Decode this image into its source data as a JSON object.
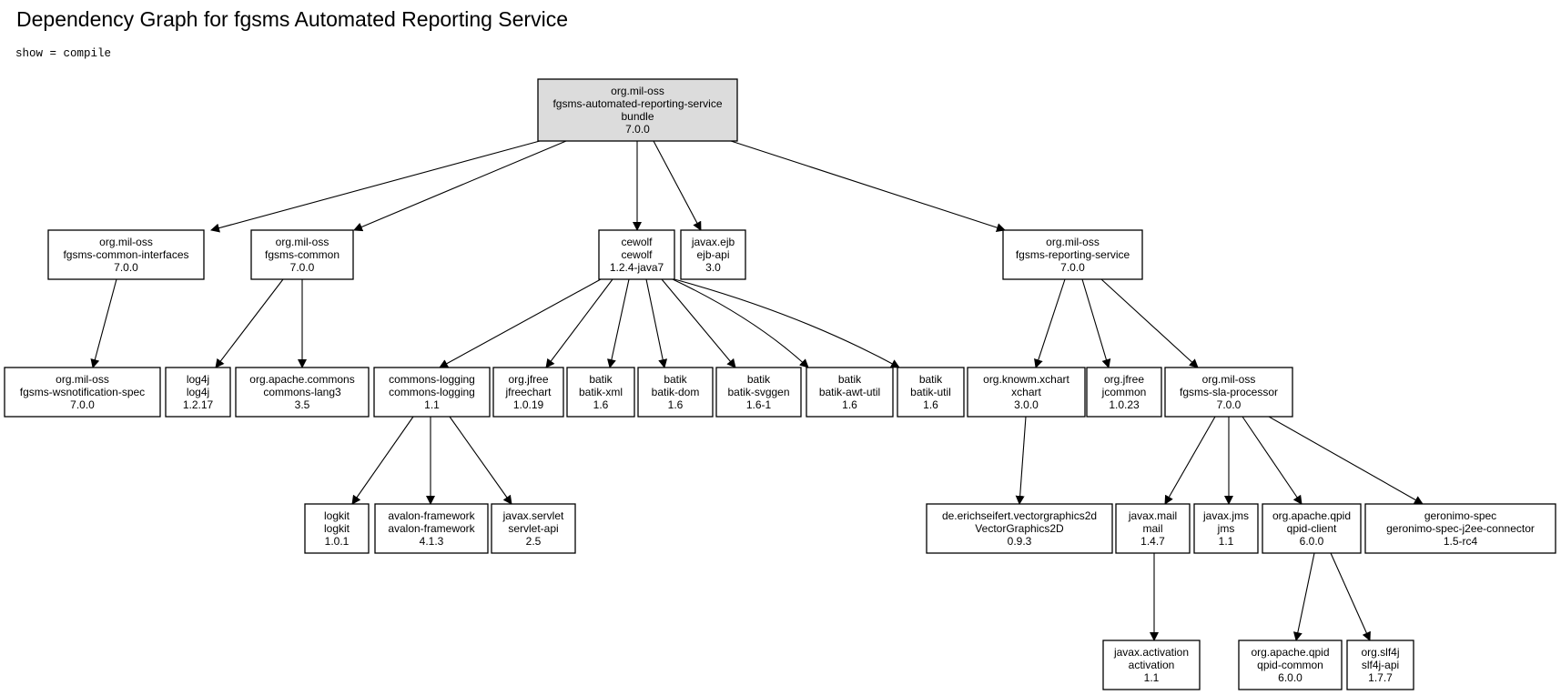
{
  "title": "Dependency Graph for fgsms Automated Reporting Service",
  "subtitle": "show = compile",
  "nodes": [
    {
      "id": "root",
      "lines": [
        "org.mil-oss",
        "fgsms-automated-reporting-service",
        "bundle",
        "7.0.0"
      ],
      "root": true
    },
    {
      "id": "common-interfaces",
      "lines": [
        "org.mil-oss",
        "fgsms-common-interfaces",
        "7.0.0"
      ]
    },
    {
      "id": "common",
      "lines": [
        "org.mil-oss",
        "fgsms-common",
        "7.0.0"
      ]
    },
    {
      "id": "cewolf",
      "lines": [
        "cewolf",
        "cewolf",
        "1.2.4-java7"
      ]
    },
    {
      "id": "ejb-api",
      "lines": [
        "javax.ejb",
        "ejb-api",
        "3.0"
      ]
    },
    {
      "id": "reporting-service",
      "lines": [
        "org.mil-oss",
        "fgsms-reporting-service",
        "7.0.0"
      ]
    },
    {
      "id": "wsnotification-spec",
      "lines": [
        "org.mil-oss",
        "fgsms-wsnotification-spec",
        "7.0.0"
      ]
    },
    {
      "id": "log4j",
      "lines": [
        "log4j",
        "log4j",
        "1.2.17"
      ]
    },
    {
      "id": "commons-lang3",
      "lines": [
        "org.apache.commons",
        "commons-lang3",
        "3.5"
      ]
    },
    {
      "id": "commons-logging",
      "lines": [
        "commons-logging",
        "commons-logging",
        "1.1"
      ]
    },
    {
      "id": "jfreechart",
      "lines": [
        "org.jfree",
        "jfreechart",
        "1.0.19"
      ]
    },
    {
      "id": "batik-xml",
      "lines": [
        "batik",
        "batik-xml",
        "1.6"
      ]
    },
    {
      "id": "batik-dom",
      "lines": [
        "batik",
        "batik-dom",
        "1.6"
      ]
    },
    {
      "id": "batik-svggen",
      "lines": [
        "batik",
        "batik-svggen",
        "1.6-1"
      ]
    },
    {
      "id": "batik-awt-util",
      "lines": [
        "batik",
        "batik-awt-util",
        "1.6"
      ]
    },
    {
      "id": "batik-util",
      "lines": [
        "batik",
        "batik-util",
        "1.6"
      ]
    },
    {
      "id": "xchart",
      "lines": [
        "org.knowm.xchart",
        "xchart",
        "3.0.0"
      ]
    },
    {
      "id": "jcommon",
      "lines": [
        "org.jfree",
        "jcommon",
        "1.0.23"
      ]
    },
    {
      "id": "sla-processor",
      "lines": [
        "org.mil-oss",
        "fgsms-sla-processor",
        "7.0.0"
      ]
    },
    {
      "id": "logkit",
      "lines": [
        "logkit",
        "logkit",
        "1.0.1"
      ]
    },
    {
      "id": "avalon-framework",
      "lines": [
        "avalon-framework",
        "avalon-framework",
        "4.1.3"
      ]
    },
    {
      "id": "servlet-api",
      "lines": [
        "javax.servlet",
        "servlet-api",
        "2.5"
      ]
    },
    {
      "id": "vectorgraphics2d",
      "lines": [
        "de.erichseifert.vectorgraphics2d",
        "VectorGraphics2D",
        "0.9.3"
      ]
    },
    {
      "id": "mail",
      "lines": [
        "javax.mail",
        "mail",
        "1.4.7"
      ]
    },
    {
      "id": "jms",
      "lines": [
        "javax.jms",
        "jms",
        "1.1"
      ]
    },
    {
      "id": "qpid-client",
      "lines": [
        "org.apache.qpid",
        "qpid-client",
        "6.0.0"
      ]
    },
    {
      "id": "j2ee-connector",
      "lines": [
        "geronimo-spec",
        "geronimo-spec-j2ee-connector",
        "1.5-rc4"
      ]
    },
    {
      "id": "activation",
      "lines": [
        "javax.activation",
        "activation",
        "1.1"
      ]
    },
    {
      "id": "qpid-common",
      "lines": [
        "org.apache.qpid",
        "qpid-common",
        "6.0.0"
      ]
    },
    {
      "id": "slf4j-api",
      "lines": [
        "org.slf4j",
        "slf4j-api",
        "1.7.7"
      ]
    }
  ],
  "edges": [
    {
      "from": "root",
      "to": "common-interfaces"
    },
    {
      "from": "root",
      "to": "common"
    },
    {
      "from": "root",
      "to": "cewolf"
    },
    {
      "from": "root",
      "to": "ejb-api"
    },
    {
      "from": "root",
      "to": "reporting-service"
    },
    {
      "from": "common-interfaces",
      "to": "wsnotification-spec"
    },
    {
      "from": "common",
      "to": "log4j"
    },
    {
      "from": "common",
      "to": "commons-lang3"
    },
    {
      "from": "cewolf",
      "to": "commons-logging"
    },
    {
      "from": "cewolf",
      "to": "jfreechart"
    },
    {
      "from": "cewolf",
      "to": "batik-xml"
    },
    {
      "from": "cewolf",
      "to": "batik-dom"
    },
    {
      "from": "cewolf",
      "to": "batik-svggen"
    },
    {
      "from": "cewolf",
      "to": "batik-awt-util"
    },
    {
      "from": "cewolf",
      "to": "batik-util"
    },
    {
      "from": "commons-logging",
      "to": "logkit"
    },
    {
      "from": "commons-logging",
      "to": "avalon-framework"
    },
    {
      "from": "commons-logging",
      "to": "servlet-api"
    },
    {
      "from": "reporting-service",
      "to": "xchart"
    },
    {
      "from": "reporting-service",
      "to": "jcommon"
    },
    {
      "from": "reporting-service",
      "to": "sla-processor"
    },
    {
      "from": "xchart",
      "to": "vectorgraphics2d"
    },
    {
      "from": "sla-processor",
      "to": "mail"
    },
    {
      "from": "sla-processor",
      "to": "jms"
    },
    {
      "from": "sla-processor",
      "to": "qpid-client"
    },
    {
      "from": "sla-processor",
      "to": "j2ee-connector"
    },
    {
      "from": "mail",
      "to": "activation"
    },
    {
      "from": "qpid-client",
      "to": "qpid-common"
    },
    {
      "from": "qpid-client",
      "to": "slf4j-api"
    }
  ]
}
